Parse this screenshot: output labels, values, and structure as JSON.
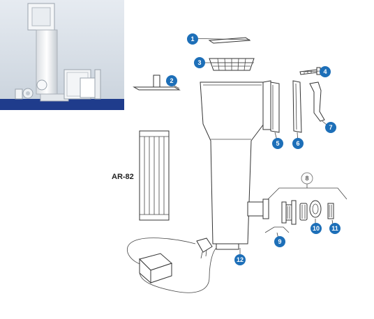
{
  "filter_label": "AR-82",
  "callouts": [
    {
      "number": "1"
    },
    {
      "number": "2"
    },
    {
      "number": "3"
    },
    {
      "number": "4"
    },
    {
      "number": "5"
    },
    {
      "number": "6"
    },
    {
      "number": "7"
    },
    {
      "number": "8"
    },
    {
      "number": "9"
    },
    {
      "number": "10"
    },
    {
      "number": "11"
    },
    {
      "number": "12"
    }
  ],
  "colors": {
    "callout": "#1d6fb8",
    "photo_background": "#dde4ec",
    "photo_base": "#1f3c8c"
  }
}
